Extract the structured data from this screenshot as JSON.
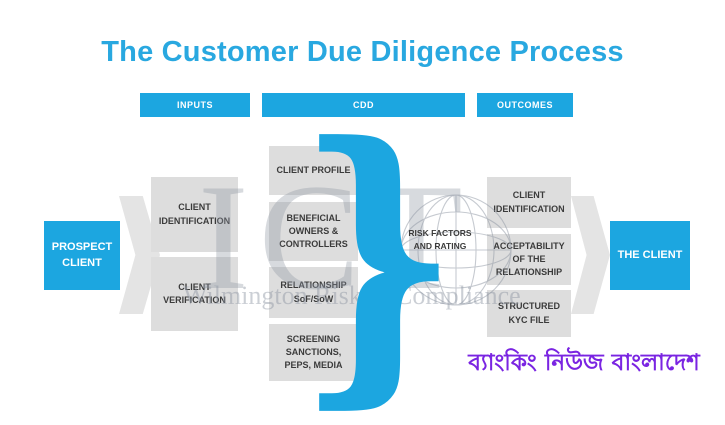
{
  "title": "The Customer Due Diligence Process",
  "headers": {
    "inputs": "INPUTS",
    "cdd": "CDD",
    "outcomes": "OUTCOMES"
  },
  "flow": {
    "prospect_client": "PROSPECT CLIENT",
    "inputs": [
      "CLIENT IDENTIFICATION",
      "CLIENT VERIFICATION"
    ],
    "cdd": [
      "CLIENT PROFILE",
      "BENEFICIAL OWNERS & CONTROLLERS",
      "RELATIONSHIP SoF/SoW",
      "SCREENING SANCTIONS, PEPS, MEDIA"
    ],
    "risk_label": "RISK FACTORS AND RATING",
    "outcomes": [
      "CLIENT IDENTIFICATION",
      "ACCEPTABILITY OF THE RELATIONSHIP",
      "STRUCTURED KYC FILE"
    ],
    "the_client": "THE CLIENT",
    "brace_glyph": "}"
  },
  "watermark": {
    "logo_text": "ICT",
    "tagline": "Wilmington Risk & Compliance"
  },
  "footer": {
    "text": "ব্যাংকিং নিউজ বাংলাদেশ"
  },
  "colors": {
    "accent_blue": "#1CA6E0",
    "title_blue": "#29A8E0",
    "box_gray": "#DDDDDD",
    "box_text": "#3B3B3B",
    "arrow_gray": "#E4E4E4",
    "watermark_gray": "#8E96A3",
    "footer_purple": "#7A24E2"
  }
}
